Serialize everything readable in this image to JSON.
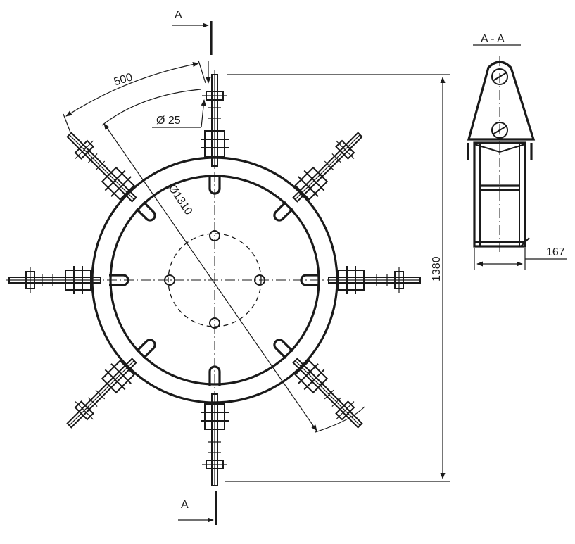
{
  "labels": {
    "section_top": "A",
    "section_bottom": "A",
    "section_title": "A - A",
    "dim_arc": "500",
    "dim_pin": "Ø 25",
    "dim_ring": "Ø1310",
    "dim_height": "1380",
    "dim_width": "167"
  },
  "spoke_count": 8,
  "hole_count": 8
}
